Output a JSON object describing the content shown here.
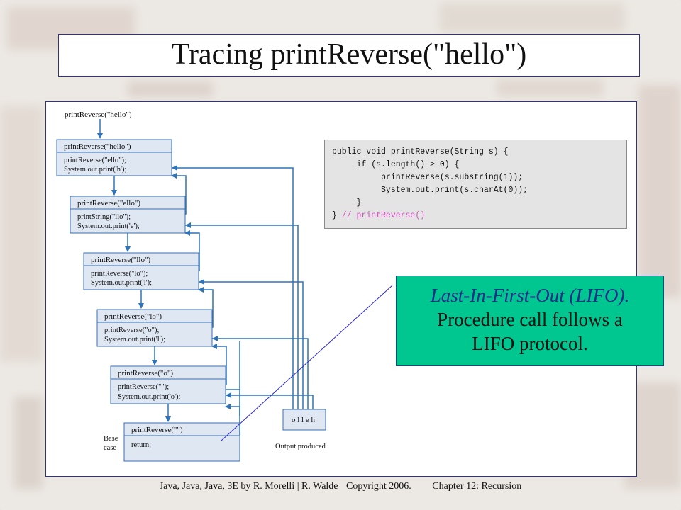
{
  "slide": {
    "title": "Tracing printReverse(\"hello\")"
  },
  "diagram": {
    "top_call": "printReverse(\"hello\")",
    "frames": [
      {
        "header": "printReverse(\"hello\")",
        "line1": "printReverse(\"ello\");",
        "line2": "System.out.print('h');"
      },
      {
        "header": "printReverse(\"ello\")",
        "line1": "printString(\"llo\");",
        "line2": "System.out.print('e');"
      },
      {
        "header": "printReverse(\"llo\")",
        "line1": "printReverse(\"lo\");",
        "line2": "System.out.print('l');"
      },
      {
        "header": "printReverse(\"lo\")",
        "line1": "printReverse(\"o\");",
        "line2": "System.out.print('l');"
      },
      {
        "header": "printReverse(\"o\")",
        "line1": "printReverse(\"\");",
        "line2": "System.out.print('o');"
      }
    ],
    "base_frame": {
      "header": "printReverse(\"\")",
      "line1": "return;"
    },
    "base_case_label_1": "Base",
    "base_case_label_2": "case",
    "output_box_text": "o l l e h",
    "output_label": "Output produced"
  },
  "code": {
    "line1": "public void printReverse(String s) {",
    "line2": "     if (s.length() > 0) {",
    "line3": "          printReverse(s.substring(1));",
    "line4": "          System.out.print(s.charAt(0));",
    "line5": "     }",
    "line6_brace": "}",
    "line6_comment": " // printReverse()"
  },
  "callout": {
    "emphasis": "Last-In-First-Out (LIFO).",
    "line2": "Procedure call follows a",
    "line3": "LIFO protocol."
  },
  "footer": {
    "book": "Java, Java, Java, 3E by R. Morelli | R. Walde",
    "copyright": "Copyright 2006.",
    "chapter": "Chapter 12: Recursion"
  },
  "colors": {
    "frame_fill": "#dfe7f3",
    "frame_stroke": "#3a6fb0",
    "arrow": "#2f73b8",
    "callout_fill": "#00c78f",
    "pointer_line": "#2b2bd0"
  }
}
